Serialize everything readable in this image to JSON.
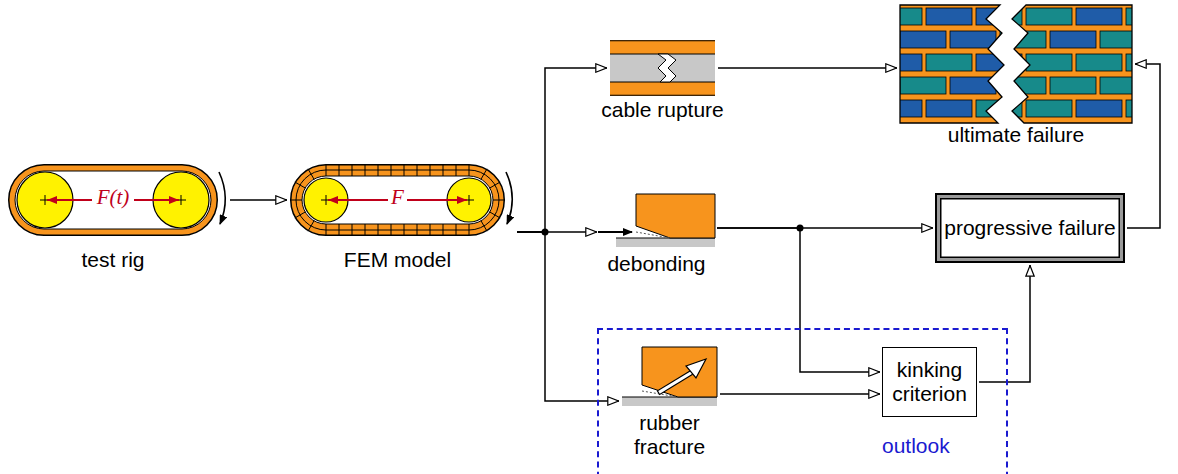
{
  "diagram": {
    "nodes": [
      {
        "text": [
          "F(t)",
          "test rig"
        ]
      },
      {
        "text": [
          "F",
          "FEM model"
        ]
      },
      {
        "text": [
          "cable rupture"
        ]
      },
      {
        "text": [
          "ultimate failure"
        ]
      },
      {
        "text": [
          "debonding"
        ]
      },
      {
        "text": [
          "progressive failure"
        ]
      },
      {
        "text": [
          "outlook"
        ]
      },
      {
        "text": [
          "rubber fracture"
        ],
        "in": 6
      },
      {
        "text": [
          "kinking criterion"
        ],
        "in": 6
      }
    ],
    "edges": [
      {
        "from": 0,
        "to": 1,
        "arrow": "to"
      },
      {
        "from": 1,
        "to": 2,
        "arrow": "to"
      },
      {
        "from": 1,
        "to": 4,
        "arrow": "to"
      },
      {
        "from": 1,
        "to": 7,
        "arrow": "to"
      },
      {
        "from": 2,
        "to": 3,
        "arrow": "to"
      },
      {
        "from": 4,
        "to": 5,
        "arrow": "to"
      },
      {
        "from": 4,
        "to": 8,
        "arrow": "to"
      },
      {
        "from": 7,
        "to": 8,
        "arrow": "to"
      },
      {
        "from": 8,
        "to": 5,
        "arrow": "to"
      },
      {
        "from": 5,
        "to": 3,
        "arrow": "to"
      }
    ]
  }
}
